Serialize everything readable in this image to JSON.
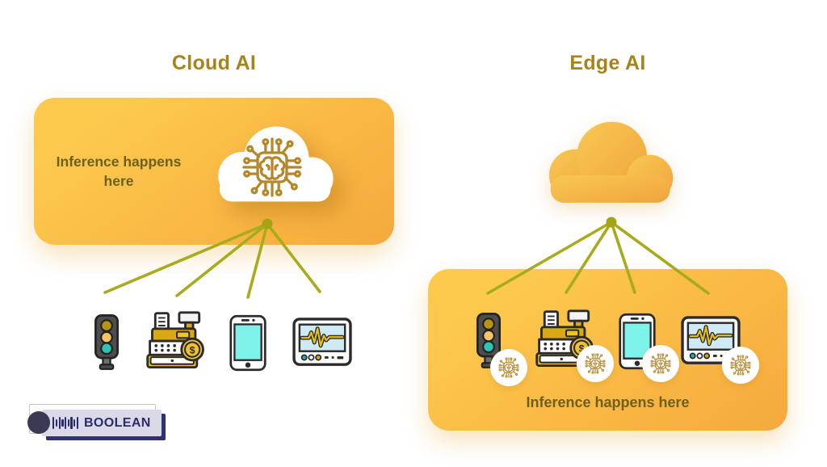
{
  "diagram": {
    "left": {
      "title": "Cloud AI",
      "inference_label": "Inference happens here",
      "cloud_icon": "brain-chip",
      "devices": [
        "traffic-light",
        "cash-register",
        "smartphone",
        "ecg-monitor"
      ]
    },
    "right": {
      "title": "Edge AI",
      "inference_label": "Inference happens here",
      "devices": [
        "traffic-light",
        "cash-register",
        "smartphone",
        "ecg-monitor"
      ],
      "device_badge_icon": "brain-chip"
    }
  },
  "logo": {
    "text": "BOOLEAN",
    "icon": "barcode"
  },
  "icons": {
    "currency_symbol": "$"
  },
  "colors": {
    "title_gold": "#a8831c",
    "inference_text": "#6b611d",
    "panel_yellow_top": "#fdca4e",
    "panel_yellow_bottom": "#f6a93c",
    "connector_olive": "#a9ab1e",
    "chip_gold": "#b5872a",
    "device_teal": "#2cc4b3",
    "device_cyan_screen": "#7ff3ea",
    "logo_navy": "#2b2a6e"
  }
}
